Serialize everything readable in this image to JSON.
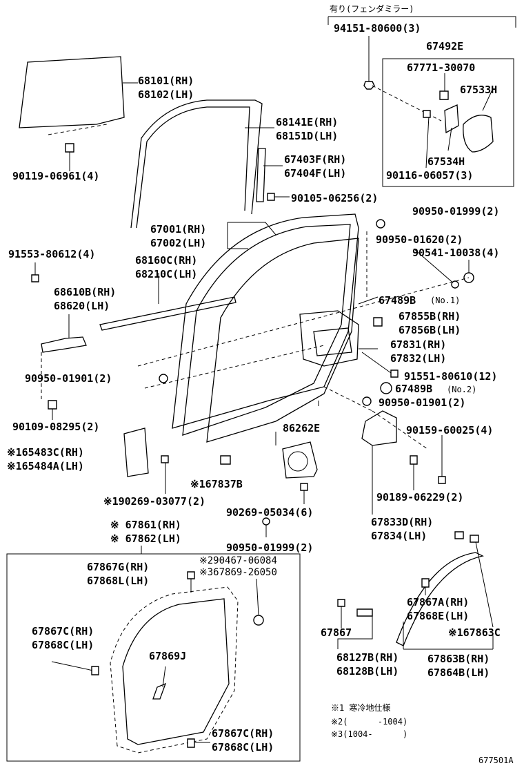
{
  "labels": {
    "fender_mirror_note": "有り(フェンダミラー)",
    "p94151": "94151-80600(3)",
    "p67492e": "67492E",
    "p67771": "67771-30070",
    "p67533h": "67533H",
    "p67534h": "67534H",
    "p90116": "90116-06057(3)",
    "p68101": "68101(RH)",
    "p68102": "68102(LH)",
    "p68141e": "68141E(RH)",
    "p68151d": "68151D(LH)",
    "p90119": "90119-06961(4)",
    "p67403f": "67403F(RH)",
    "p67404f": "67404F(LH)",
    "p90105": "90105-06256(2)",
    "p67001": "67001(RH)",
    "p67002": "67002(LH)",
    "p90950_top": "90950-01999(2)",
    "p90950_01620": "90950-01620(2)",
    "p90541": "90541-10038(4)",
    "p91553": "91553-80612(4)",
    "p68160c": "68160C(RH)",
    "p68210c": "68210C(LH)",
    "p68610b": "68610B(RH)",
    "p68620": "68620(LH)",
    "p67489b1": "67489B",
    "p67489b1_sub": "(No.1)",
    "p67855b": "67855B(RH)",
    "p67856b": "67856B(LH)",
    "p67831": "67831(RH)",
    "p67832": "67832(LH)",
    "p90950_01901_a": "90950-01901(2)",
    "p91551": "91551-80610(12)",
    "p67489b2": "67489B",
    "p67489b2_sub": "(No.2)",
    "p90950_01901_b": "90950-01901(2)",
    "p90109": "90109-08295(2)",
    "p86262e": "86262E",
    "p90159": "90159-60025(4)",
    "p65483c": "※165483C(RH)",
    "p65484a": "※165484A(LH)",
    "p67837b": "※167837B",
    "p90189": "90189-06229(2)",
    "p90269_03077": "※190269-03077(2)",
    "p90269_05034": "90269-05034(6)",
    "p67833d": "67833D(RH)",
    "p67834": "67834(LH)",
    "p67861": "※ 67861(RH)",
    "p67862": "※ 67862(LH)",
    "p90950_bottom": "90950-01999(2)",
    "p90467": "※290467-06084",
    "p67869_26050": "※367869-26050",
    "p67867g": "67867G(RH)",
    "p67868l": "67868L(LH)",
    "p67867c_a": "67867C(RH)",
    "p67868c_a": "67868C(LH)",
    "p67869j": "67869J",
    "p67867c_b": "67867C(RH)",
    "p67868c_b": "67868C(LH)",
    "p67867": "67867",
    "p68127b": "68127B(RH)",
    "p68128b": "68128B(LH)",
    "p67867a": "67867A(RH)",
    "p67868e": "67868E(LH)",
    "p67863c": "※167863C",
    "p67863b": "67863B(RH)",
    "p67864b": "67864B(LH)",
    "note1": "※1 寒冷地仕様",
    "note2": "※2(      -1004)",
    "note3": "※3(1004-      )",
    "figure_id": "677501A"
  }
}
